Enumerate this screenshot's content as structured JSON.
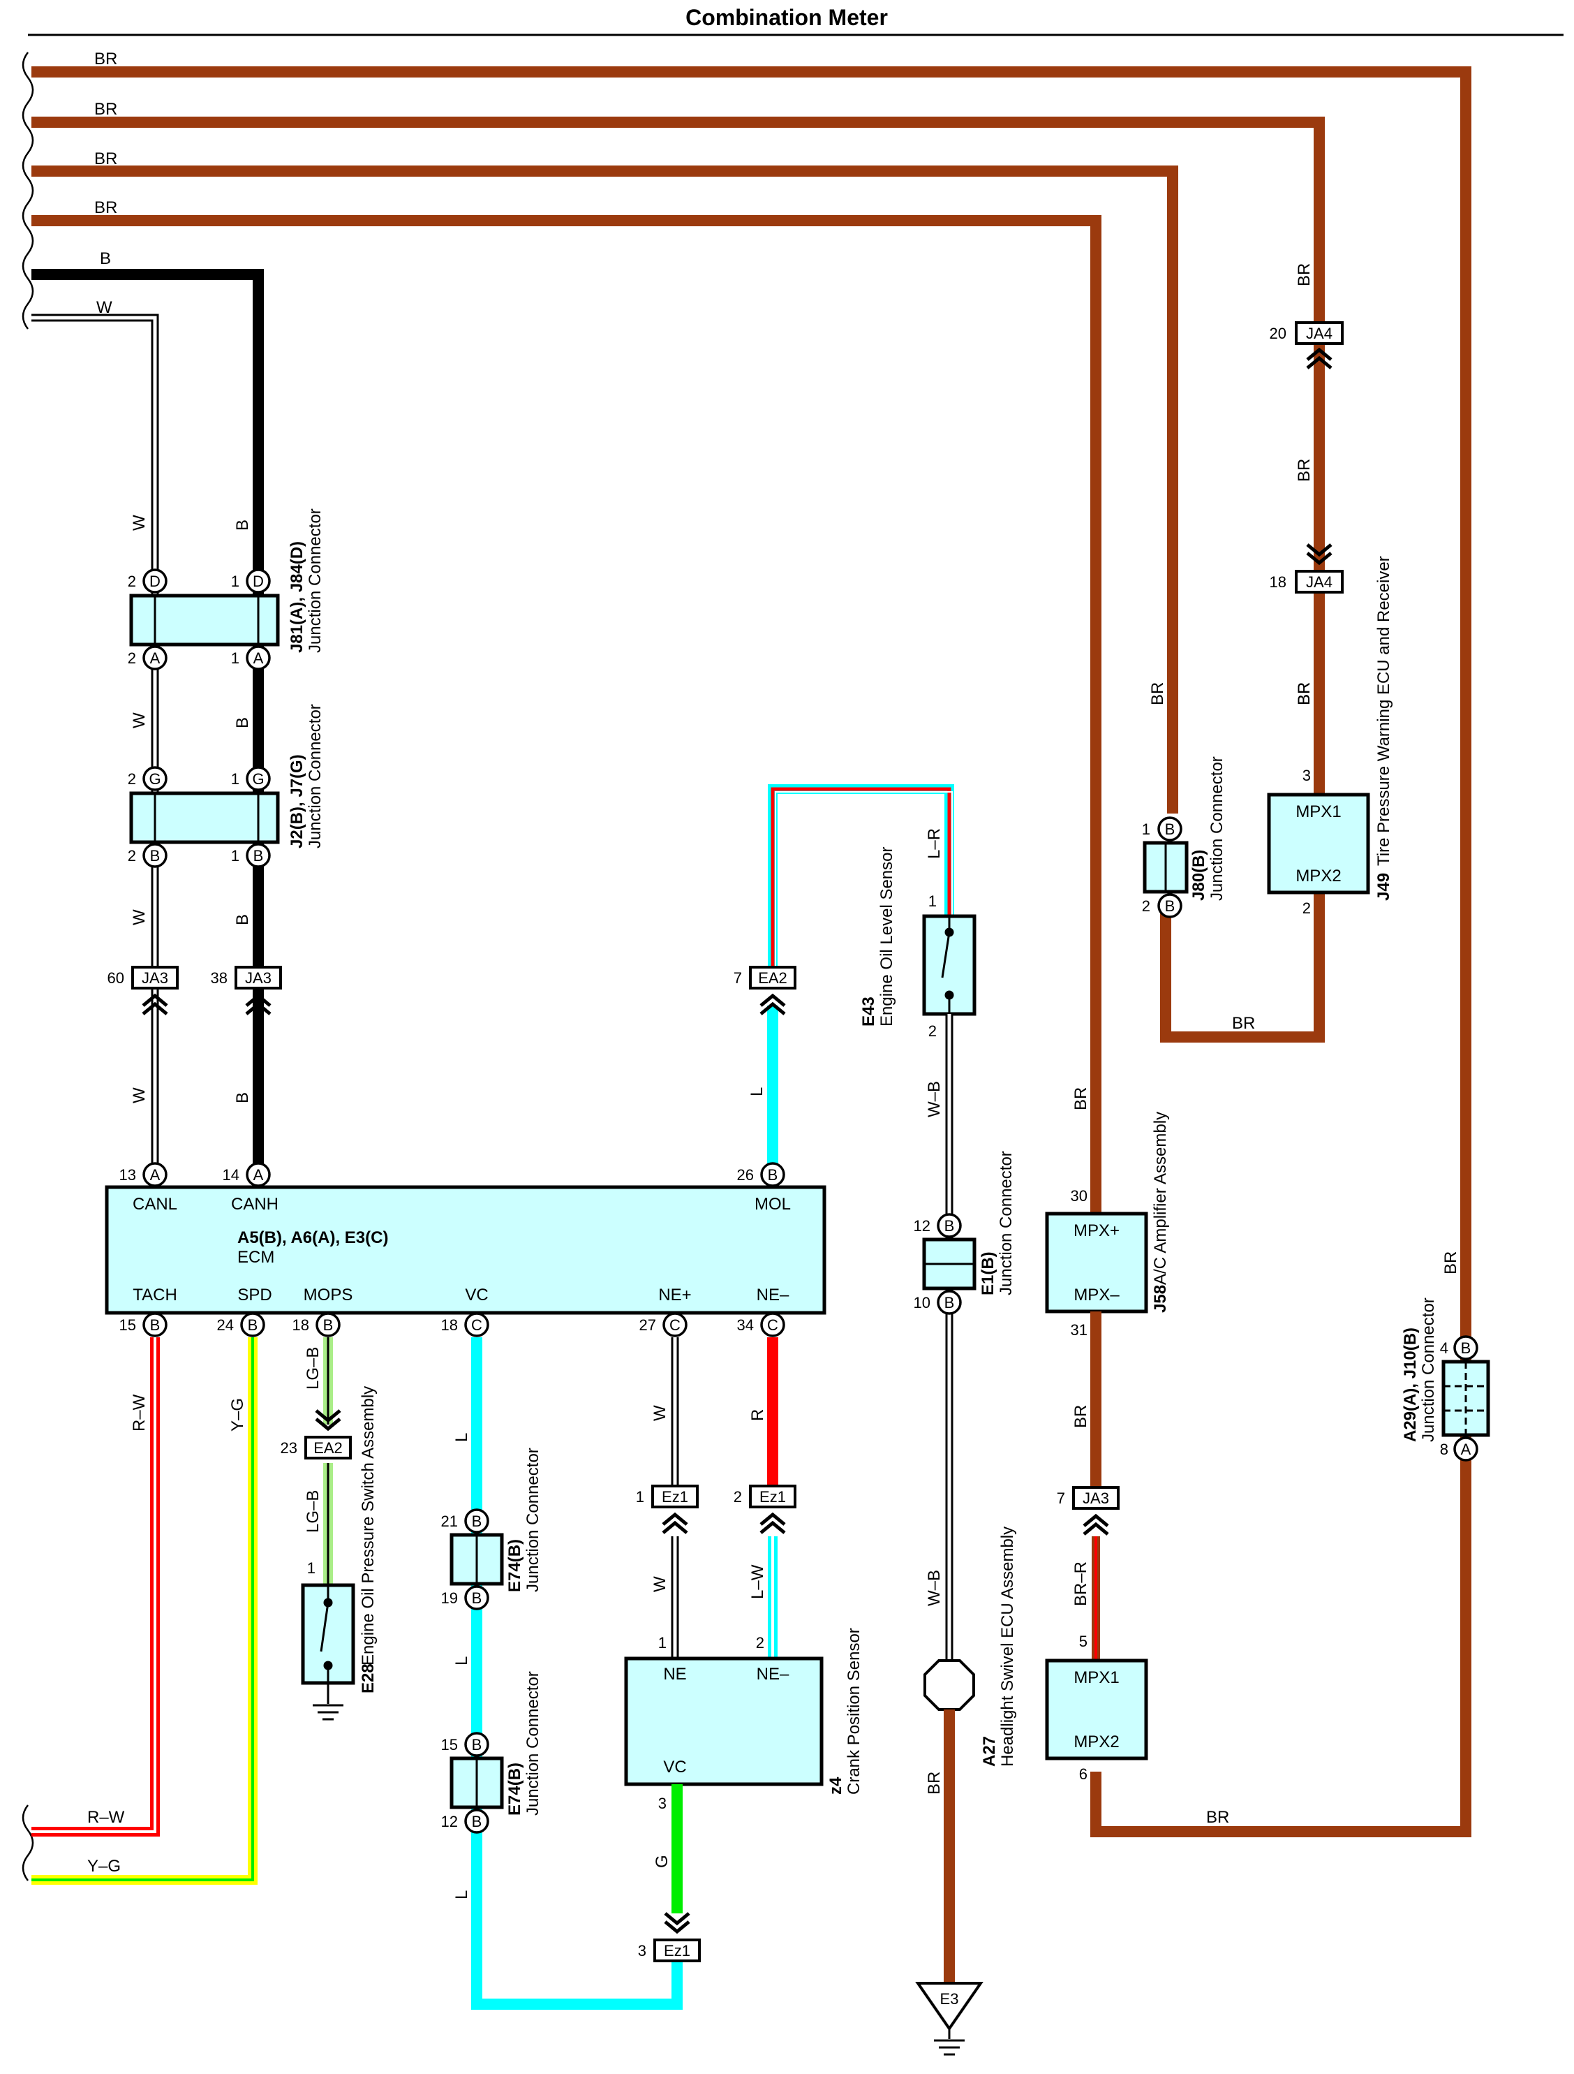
{
  "title": "Combination Meter",
  "colors": {
    "BR": "#9b3a0e",
    "B": "#000000",
    "W": "#ffffff",
    "L": "#00ffff",
    "R": "#ff0000",
    "G": "#00ee00",
    "Y": "#ffff00",
    "LG": "#aaee88",
    "box": "#ccffff"
  },
  "wires": {
    "br": "BR",
    "b": "B",
    "w": "W",
    "l": "L",
    "r": "R",
    "g": "G",
    "rw": "R–W",
    "yg": "Y–G",
    "lgb": "LG–B",
    "lr": "L–R",
    "wb": "W–B",
    "lw": "L–W",
    "brr": "BR–R"
  },
  "ecm": {
    "name": "A5(B), A6(A), E3(C)",
    "label": "ECM",
    "terminals": {
      "canl": "CANL",
      "canh": "CANH",
      "mol": "MOL",
      "tach": "TACH",
      "spd": "SPD",
      "mops": "MOPS",
      "vc": "VC",
      "nep": "NE+",
      "nem": "NE–"
    }
  },
  "components": {
    "j81": {
      "name": "J81(A), J84(D)",
      "desc": "Junction Connector"
    },
    "j2": {
      "name": "J2(B), J7(G)",
      "desc": "Junction Connector"
    },
    "j80": {
      "name": "J80(B)",
      "desc": "Junction Connector"
    },
    "j49": {
      "name": "J49",
      "desc": "Tire Pressure Warning ECU and Receiver",
      "t1": "MPX1",
      "t2": "MPX2"
    },
    "e43": {
      "name": "E43",
      "desc": "Engine Oil Level Sensor"
    },
    "e1": {
      "name": "E1(B)",
      "desc": "Junction Connector"
    },
    "j58": {
      "name": "J58",
      "desc": "A/C Amplifier Assembly",
      "t1": "MPX+",
      "t2": "MPX–"
    },
    "a29": {
      "name": "A29(A), J10(B)",
      "desc": "Junction Connector"
    },
    "e28": {
      "name": "E28",
      "desc": "Engine Oil Pressure Switch Assembly"
    },
    "e74": {
      "name": "E74(B)",
      "desc": "Junction Connector"
    },
    "z4": {
      "name": "z4",
      "desc": "Crank Position Sensor",
      "t1": "NE",
      "t2": "NE–",
      "t3": "VC"
    },
    "a27": {
      "name": "A27",
      "desc": "Headlight Swivel ECU Assembly",
      "t1": "MPX1",
      "t2": "MPX2"
    },
    "e3": {
      "name": "E3"
    }
  },
  "connectors": {
    "ja3": "JA3",
    "ja4": "JA4",
    "ea2": "EA2",
    "ez1": "Ez1"
  },
  "pins": {
    "p1": "1",
    "p2": "2",
    "p3": "3",
    "p4": "4",
    "p5": "5",
    "p6": "6",
    "p7": "7",
    "p8": "8",
    "p10": "10",
    "p12": "12",
    "p13": "13",
    "p14": "14",
    "p15": "15",
    "p18": "18",
    "p19": "19",
    "p20": "20",
    "p21": "21",
    "p23": "23",
    "p24": "24",
    "p26": "26",
    "p27": "27",
    "p30": "30",
    "p31": "31",
    "p34": "34",
    "p38": "38",
    "p60": "60",
    "a": "A",
    "b": "B",
    "c": "C",
    "d": "D",
    "g": "G"
  }
}
